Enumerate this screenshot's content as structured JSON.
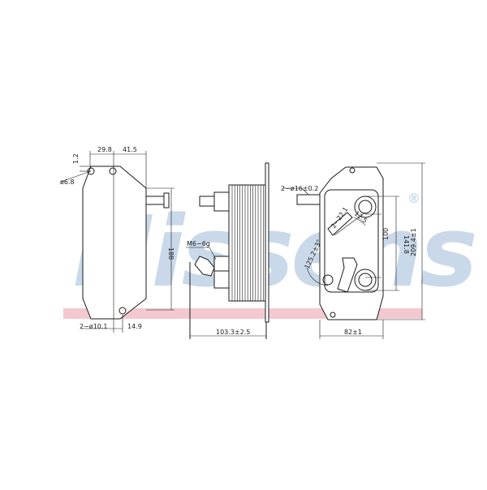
{
  "watermark": {
    "text": "Nissens",
    "registered": "®",
    "color": "#c9d9ea",
    "stripe_color": "#f3c9cf"
  },
  "left_view": {
    "dims": {
      "top_a": "29.8",
      "top_b": "41.5",
      "left_small": "1.2",
      "hole": "ø6.8",
      "height": "188",
      "bottom_holes": "2−ø10.1",
      "bottom_offset": "14.9"
    }
  },
  "middle_view": {
    "dims": {
      "thread": "M6−6g",
      "width": "103.3±2.5"
    }
  },
  "right_view": {
    "dims": {
      "ports": "2−ø16±0.2",
      "pitch": "2−22.1",
      "small": "12.5",
      "angle": "125.2±3°",
      "inner": "100",
      "center": "141.8",
      "overall_height": "209.4±1",
      "width": "82±1"
    }
  }
}
